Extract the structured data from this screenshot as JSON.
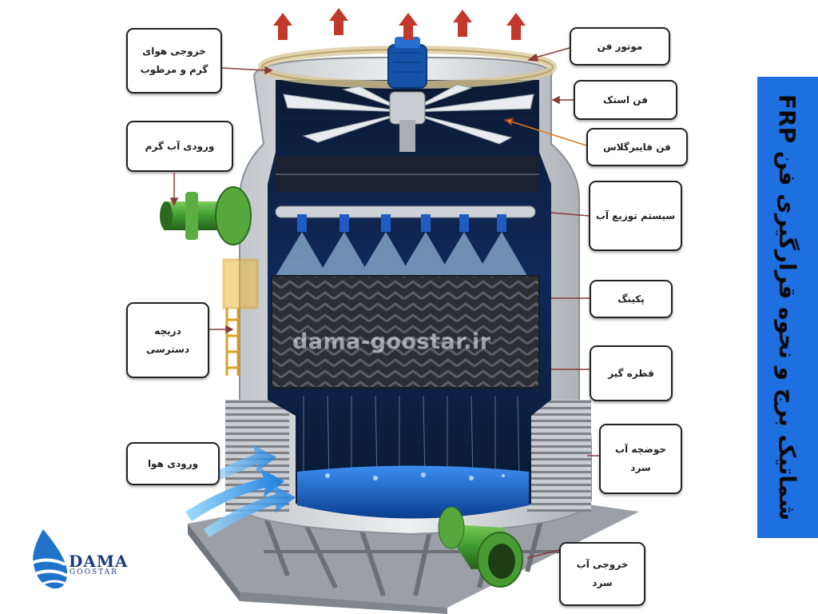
{
  "title": "شماتیک برج و نحوه قرارگیری فن FRP",
  "watermark": "dama-goostar.ir",
  "logo": {
    "word": "DAMA",
    "sub": "GOOSTAR"
  },
  "labels": {
    "hot_air_outlet": "خروجی هوای گرم و مرطوب",
    "hot_water_inlet": "ورودی آب گرم",
    "access_door": "دریچه دسترسی",
    "air_inlet": "ورودی هوا",
    "fan_motor": "موتور فن",
    "fan_stack": "فن استک",
    "fiberglass_fan": "فن فایبرگلاس",
    "water_distribution": "سیستم توزیع آب",
    "packing": "پکینگ",
    "drift_eliminator": "قطره گیر",
    "cold_water_basin": "حوضچه آب سرد",
    "cold_water_outlet": "خروجی آب سرد"
  },
  "colors": {
    "title_bg": "#1e6fe0",
    "water": "#1a5fc4",
    "pipe": "#4aa83a",
    "arrow_up": "#c0392b"
  }
}
